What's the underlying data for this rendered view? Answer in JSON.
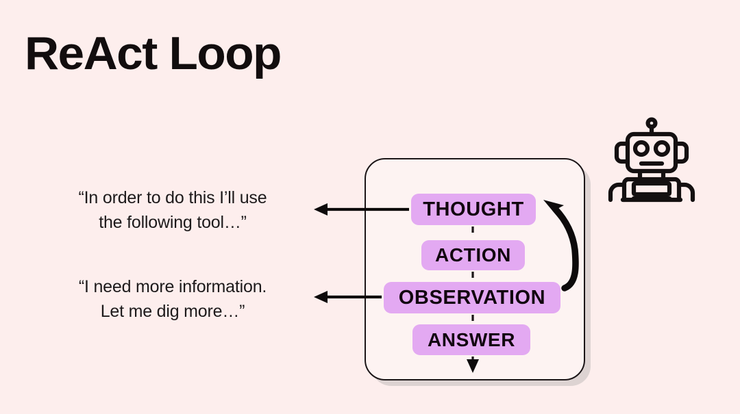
{
  "page": {
    "title": "ReAct Loop",
    "background_color": "#fdeeed",
    "text_color": "#120d0e"
  },
  "quotes": [
    {
      "name": "thought-quote",
      "line1": "“In order to do this I’ll use",
      "line2": "the following tool…”"
    },
    {
      "name": "observation-quote",
      "line1": "“I need more information.",
      "line2": "Let me dig more…”"
    }
  ],
  "loop": {
    "card_border_color": "#1b1517",
    "card_fill_color": "#fdf3f2",
    "pill_color": "#e3a9f2",
    "pill_text_color": "#12060f",
    "steps": [
      {
        "label": "THOUGHT"
      },
      {
        "label": "ACTION"
      },
      {
        "label": "OBSERVATION"
      },
      {
        "label": "ANSWER"
      }
    ],
    "connector_style": "dashed",
    "feedback_arrow": "observation-to-thought",
    "exit_arrow": "answer-output-down"
  },
  "icons": {
    "robot": "robot-icon",
    "arrow_left_thought": "arrow-left-icon",
    "arrow_left_observation": "arrow-left-icon",
    "arrow_curved_feedback": "curved-arrow-up-icon",
    "arrow_down_answer": "arrow-down-icon"
  }
}
